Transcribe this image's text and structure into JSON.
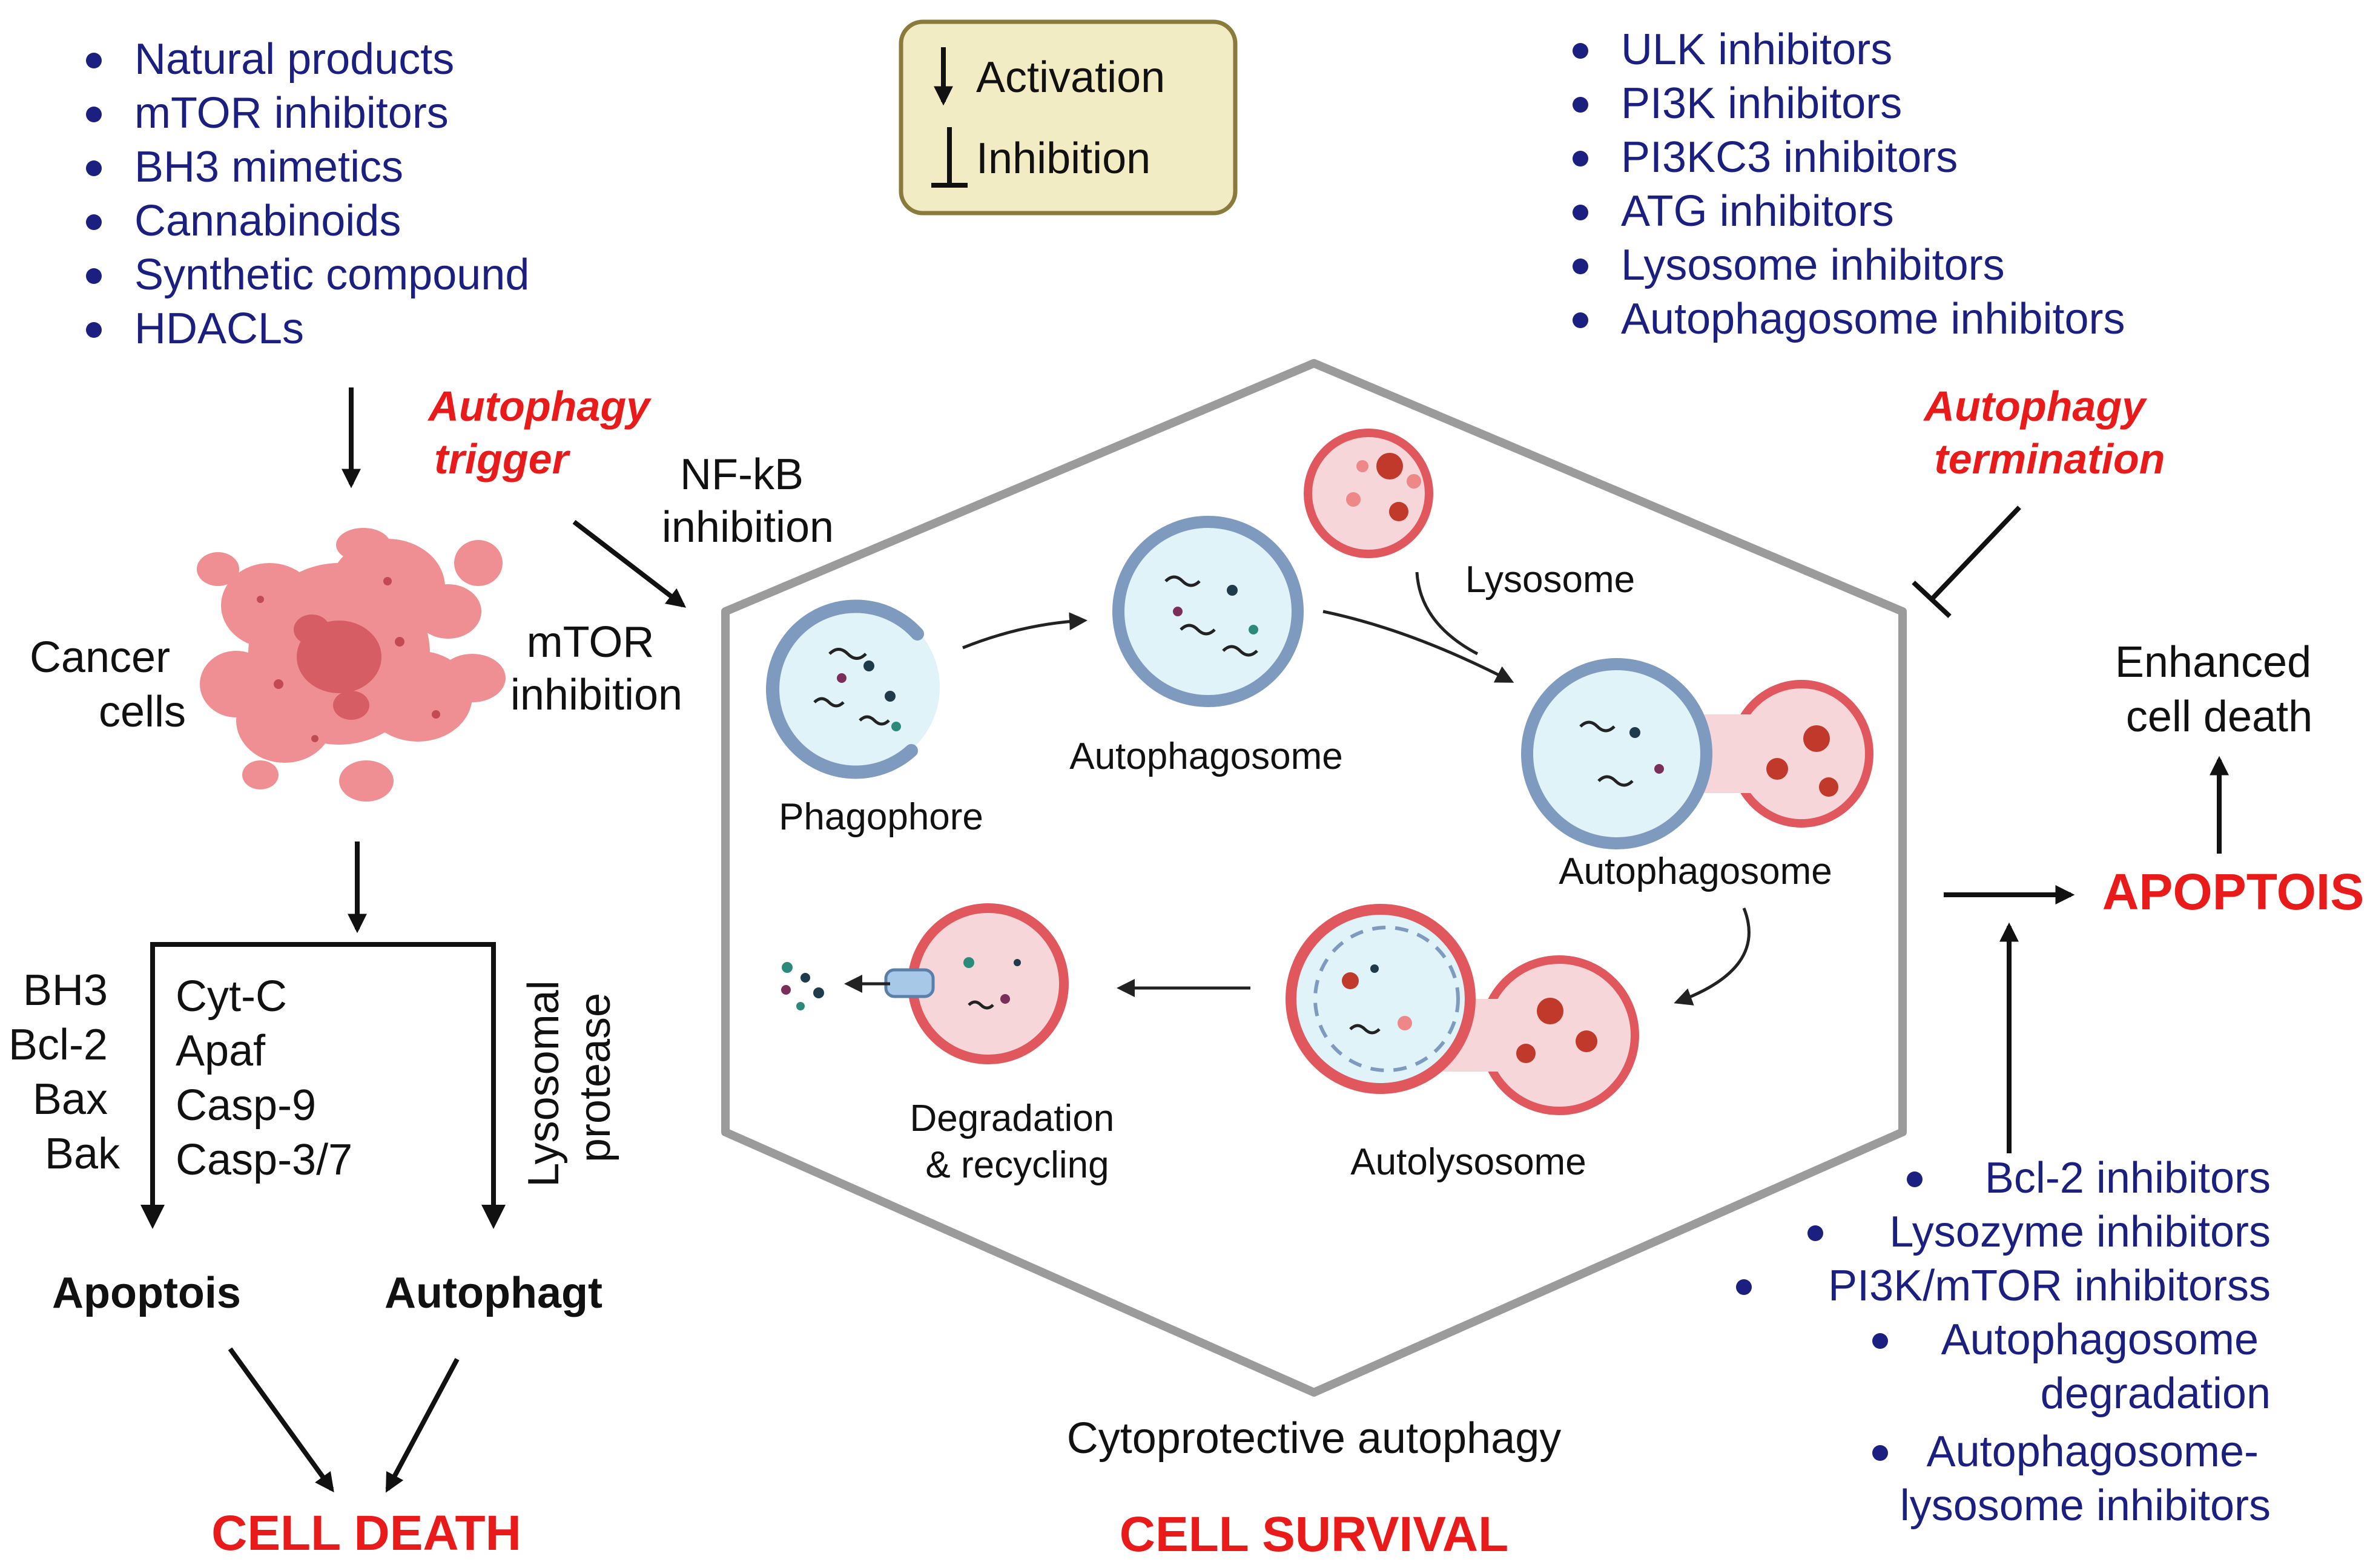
{
  "colors": {
    "drug_text": "#1b1f80",
    "outcome_red": "#e81a1a",
    "legend_fill": "#f2ecc4",
    "legend_border": "#8a7a3c",
    "cell_pink": "#ef8f93",
    "vesicle_blue": "#a8bfd8",
    "lysosome_red": "#e0585e"
  },
  "legend": {
    "activation": "Activation",
    "inhibition": "Inhibition"
  },
  "triggers_list": [
    "Natural products",
    "mTOR inhibitors",
    "BH3 mimetics",
    "Cannabinoids",
    "Synthetic compound",
    "HDACLs"
  ],
  "termination_list": [
    "ULK inhibitors",
    "PI3K inhibitors",
    "PI3KC3 inhibitors",
    "ATG inhibitors",
    "Lysosome inhibitors",
    "Autophagosome inhibitors"
  ],
  "apoptosis_list": [
    [
      "Bcl-2 inhibitors"
    ],
    [
      "Lysozyme inhibitors"
    ],
    [
      "PI3K/mTOR inhibitorss"
    ],
    [
      "Autophagosome",
      "degradation"
    ],
    [
      "Autophagosome-",
      "lysosome inhibitors"
    ]
  ],
  "labels": {
    "autophagy_trigger": [
      "Autophagy",
      "trigger"
    ],
    "autophagy_termination": [
      "Autophagy",
      "termination"
    ],
    "nfkb": [
      "NF-kB",
      "inhibition"
    ],
    "mtor": [
      "mTOR",
      "inhibition"
    ],
    "cancer_cells": [
      "Cancer",
      "cells"
    ],
    "apoptosis_proteins": [
      "BH3",
      "Bcl-2",
      "Bax",
      "Bak"
    ],
    "caspase_cascade": [
      "Cyt-C",
      "Apaf",
      "Casp-9",
      "Casp-3/7"
    ],
    "lysosomal_protease": [
      "Lysosomal",
      "protease"
    ],
    "apoptois_left": "Apoptois",
    "autophagt": "Autophagt",
    "cell_death": "CELL DEATH",
    "phagophore": "Phagophore",
    "autophagosome_1": "Autophagosome",
    "lysosome": "Lysosome",
    "autophagosome_2": "Autophagosome",
    "autolysosome": "Autolysosome",
    "degradation": [
      "Degradation",
      "& recycling"
    ],
    "cytoprotective": "Cytoprotective autophagy",
    "cell_survival": "CELL SURVIVAL",
    "enhanced": [
      "Enhanced",
      "cell death"
    ],
    "apoptois_right": "APOPTOIS"
  }
}
